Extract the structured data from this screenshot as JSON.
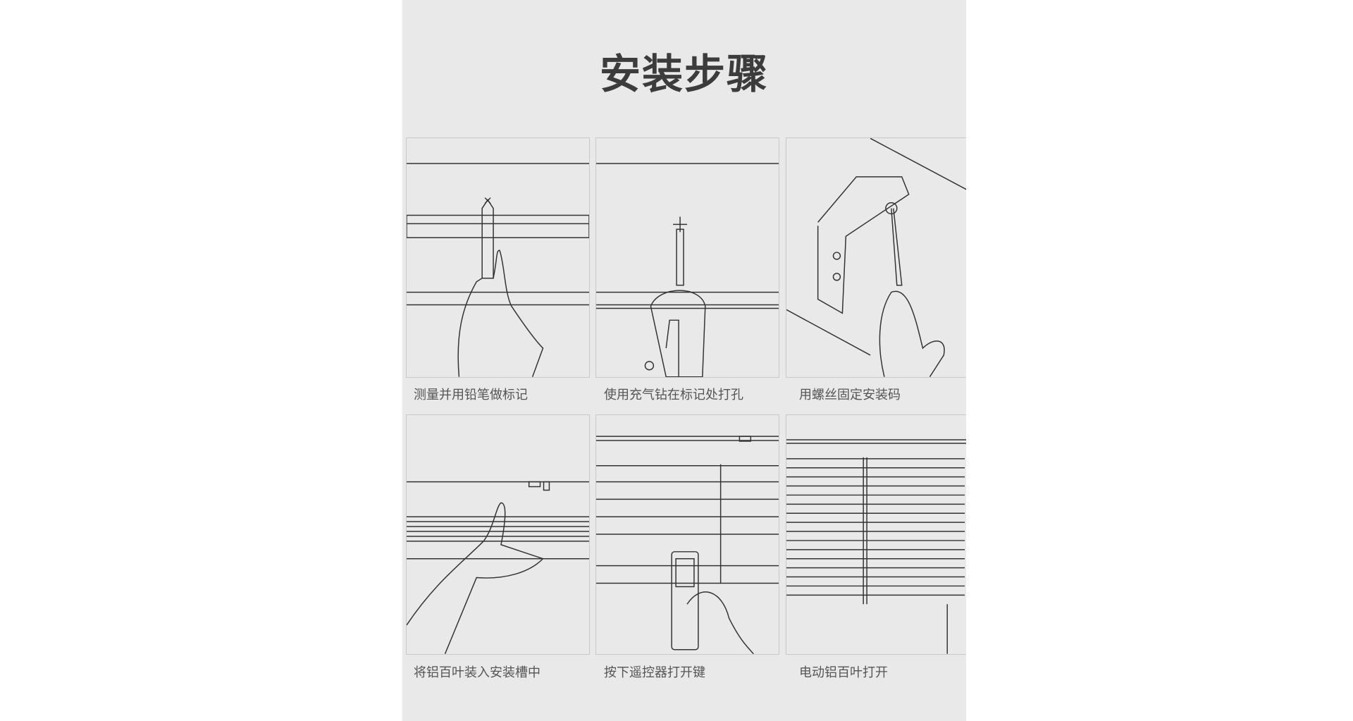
{
  "title": "安装步骤",
  "steps": [
    {
      "label": "测量并用铅笔做标记"
    },
    {
      "label": "使用充气钻在标记处打孔"
    },
    {
      "label": "用螺丝固定安装码"
    },
    {
      "label": "将铝百叶装入安装槽中"
    },
    {
      "label": "按下遥控器打开键"
    },
    {
      "label": "电动铝百叶打开"
    }
  ]
}
